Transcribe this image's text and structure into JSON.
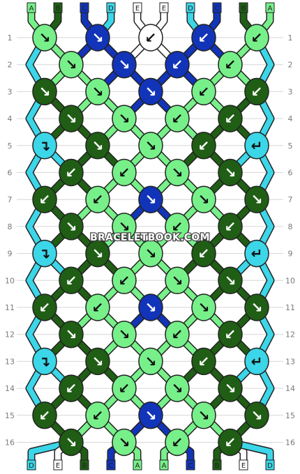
{
  "pattern": {
    "colors": {
      "A": "#77f08a",
      "B": "#1f5e14",
      "C": "#1234b8",
      "D": "#3bd6e8",
      "E": "#ffffff"
    },
    "top_strands": [
      "A",
      "B",
      "C",
      "D",
      "E",
      "E",
      "D",
      "C",
      "B",
      "A"
    ],
    "bottom_strands": [
      "D",
      "E",
      "B",
      "C",
      "A",
      "A",
      "C",
      "B",
      "E",
      "D"
    ],
    "row_numbers": [
      "1",
      "2",
      "3",
      "4",
      "5",
      "6",
      "7",
      "8",
      "9",
      "10",
      "11",
      "12",
      "13",
      "14",
      "15",
      "16"
    ],
    "watermark": "BRACELETBOOK.COM",
    "knot_rows": [
      [
        {
          "c": "A",
          "d": "↘"
        },
        {
          "c": "C",
          "d": "↘"
        },
        {
          "c": "E",
          "d": "↙"
        },
        {
          "c": "C",
          "d": "↙"
        },
        {
          "c": "A",
          "d": "↙"
        }
      ],
      [
        {
          "c": "A",
          "d": "↘"
        },
        {
          "c": "C",
          "d": "↘"
        },
        {
          "c": "C",
          "d": "↙"
        },
        {
          "c": "A",
          "d": "↙"
        }
      ],
      [
        {
          "c": "B",
          "d": "↘"
        },
        {
          "c": "A",
          "d": "↘"
        },
        {
          "c": "C",
          "d": "↘"
        },
        {
          "c": "A",
          "d": "↙"
        },
        {
          "c": "B",
          "d": "↙"
        }
      ],
      [
        {
          "c": "B",
          "d": "↘"
        },
        {
          "c": "A",
          "d": "↘"
        },
        {
          "c": "A",
          "d": "↙"
        },
        {
          "c": "B",
          "d": "↙"
        }
      ],
      [
        {
          "c": "D",
          "d": "↴"
        },
        {
          "c": "B",
          "d": "↘"
        },
        {
          "c": "A",
          "d": "↘"
        },
        {
          "c": "B",
          "d": "↙"
        },
        {
          "c": "D",
          "d": "↵"
        }
      ],
      [
        {
          "c": "B",
          "d": "↙"
        },
        {
          "c": "A",
          "d": "↙"
        },
        {
          "c": "A",
          "d": "↘"
        },
        {
          "c": "B",
          "d": "↘"
        }
      ],
      [
        {
          "c": "B",
          "d": "↙"
        },
        {
          "c": "A",
          "d": "↙"
        },
        {
          "c": "C",
          "d": "↘"
        },
        {
          "c": "A",
          "d": "↘"
        },
        {
          "c": "B",
          "d": "↘"
        }
      ],
      [
        {
          "c": "B",
          "d": "↘"
        },
        {
          "c": "A",
          "d": "↘"
        },
        {
          "c": "A",
          "d": "↙"
        },
        {
          "c": "B",
          "d": "↙"
        }
      ],
      [
        {
          "c": "D",
          "d": "↴"
        },
        {
          "c": "B",
          "d": "↘"
        },
        {
          "c": "A",
          "d": "↘"
        },
        {
          "c": "B",
          "d": "↙"
        },
        {
          "c": "D",
          "d": "↵"
        }
      ],
      [
        {
          "c": "B",
          "d": "↙"
        },
        {
          "c": "A",
          "d": "↙"
        },
        {
          "c": "A",
          "d": "↘"
        },
        {
          "c": "B",
          "d": "↘"
        }
      ],
      [
        {
          "c": "B",
          "d": "↙"
        },
        {
          "c": "A",
          "d": "↙"
        },
        {
          "c": "C",
          "d": "↘"
        },
        {
          "c": "A",
          "d": "↘"
        },
        {
          "c": "B",
          "d": "↘"
        }
      ],
      [
        {
          "c": "B",
          "d": "↘"
        },
        {
          "c": "A",
          "d": "↘"
        },
        {
          "c": "A",
          "d": "↙"
        },
        {
          "c": "B",
          "d": "↙"
        }
      ],
      [
        {
          "c": "D",
          "d": "↴"
        },
        {
          "c": "B",
          "d": "↘"
        },
        {
          "c": "A",
          "d": "↘"
        },
        {
          "c": "B",
          "d": "↙"
        },
        {
          "c": "D",
          "d": "↵"
        }
      ],
      [
        {
          "c": "B",
          "d": "↙"
        },
        {
          "c": "A",
          "d": "↙"
        },
        {
          "c": "A",
          "d": "↘"
        },
        {
          "c": "B",
          "d": "↘"
        }
      ],
      [
        {
          "c": "B",
          "d": "↙"
        },
        {
          "c": "A",
          "d": "↙"
        },
        {
          "c": "C",
          "d": "↘"
        },
        {
          "c": "A",
          "d": "↘"
        },
        {
          "c": "B",
          "d": "↘"
        }
      ],
      [
        {
          "c": "B",
          "d": "↘"
        },
        {
          "c": "A",
          "d": "↘"
        },
        {
          "c": "A",
          "d": "↙"
        },
        {
          "c": "B",
          "d": "↙"
        }
      ]
    ]
  }
}
